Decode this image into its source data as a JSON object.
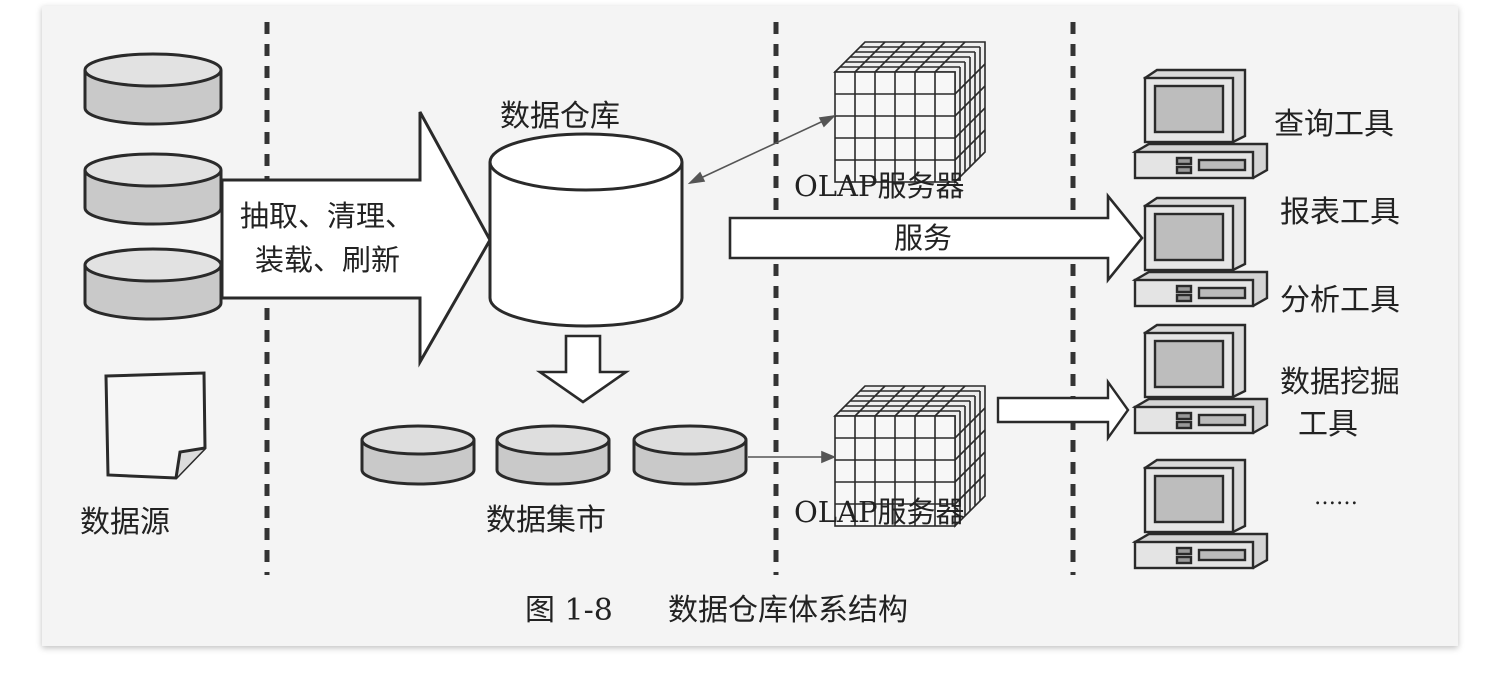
{
  "labels": {
    "data_source": "数据源",
    "extract_line1": "抽取、清理、",
    "extract_line2": "装载、刷新",
    "warehouse": "数据仓库",
    "data_mart": "数据集市",
    "olap_top": "OLAP服务器",
    "olap_bottom": "OLAP服务器",
    "service": "服务",
    "query_tool": "查询工具",
    "report_tool": "报表工具",
    "analysis_tool": "分析工具",
    "mining_tool_line1": "数据挖掘",
    "mining_tool_line2": "工具",
    "more_tools": "……"
  },
  "caption": {
    "figure_number": "图 1-8",
    "title": "数据仓库体系结构"
  },
  "colors": {
    "background": "#f4f4f4",
    "disk_fill": "#cfcfcf",
    "stroke": "#2a2a2a",
    "screen": "#bdbdbd"
  }
}
